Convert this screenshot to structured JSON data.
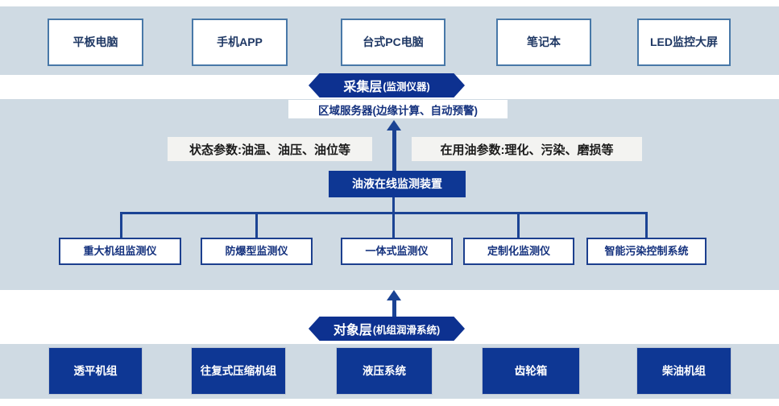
{
  "colors": {
    "navy_fill": "#0e3794",
    "pill_fill": "#0d3190",
    "band_background": "#cfdae3",
    "connector_line": "#1b4394",
    "steel_border": "#4878a8",
    "navy_border": "#1c3f8e"
  },
  "terminals": {
    "items": [
      "平板电脑",
      "手机APP",
      "台式PC电脑",
      "笔记本",
      "LED监控大屏"
    ]
  },
  "collection_layer": {
    "title": "采集层",
    "subtitle": "(监测仪器)"
  },
  "edge_server": {
    "label": "区域服务器(边缘计算、自动预警)"
  },
  "parameters": {
    "status": "状态参数:油温、油压、油位等",
    "oil": "在用油参数:理化、污染、磨损等"
  },
  "online_monitor": {
    "label": "油液在线监测装置"
  },
  "monitors": {
    "items": [
      "重大机组监测仪",
      "防爆型监测仪",
      "一体式监测仪",
      "定制化监测仪",
      "智能污染控制系统"
    ]
  },
  "object_layer": {
    "title": "对象层",
    "subtitle": "(机组润滑系统)"
  },
  "equipment": {
    "items": [
      "透平机组",
      "往复式压缩机组",
      "液压系统",
      "齿轮箱",
      "柴油机组"
    ]
  }
}
